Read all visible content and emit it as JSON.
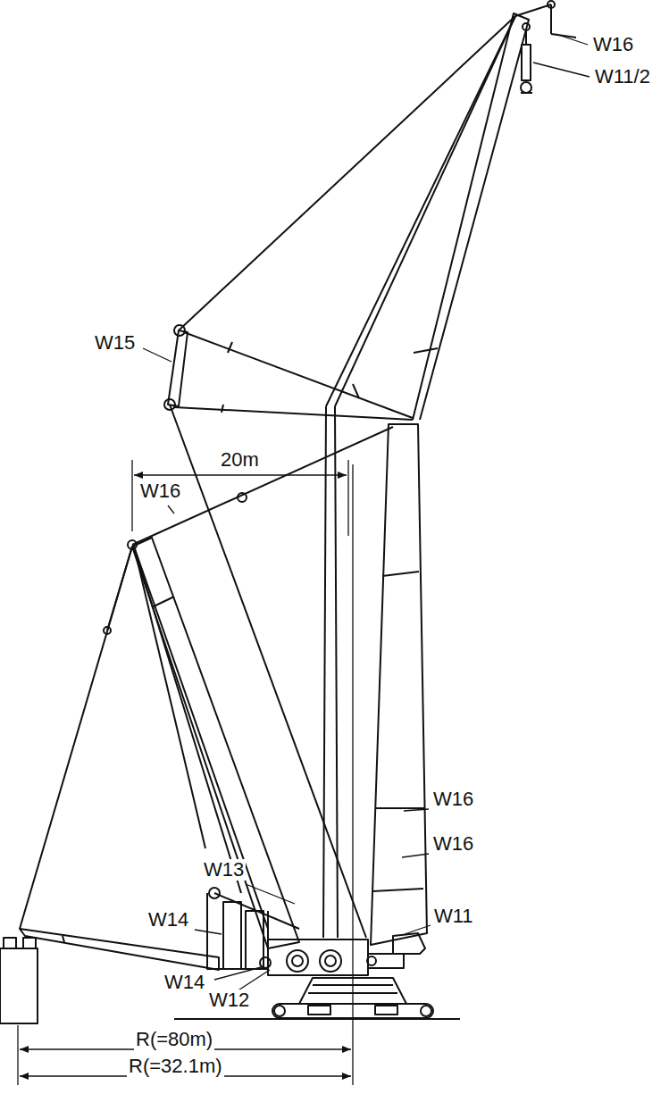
{
  "diagram": {
    "labels": [
      "W16",
      "W11/2",
      "W15",
      "20m",
      "W16",
      "W16",
      "W16",
      "W13",
      "W11",
      "W14",
      "W14",
      "W12",
      "R(=80m)",
      "R(=32.1m)"
    ]
  }
}
